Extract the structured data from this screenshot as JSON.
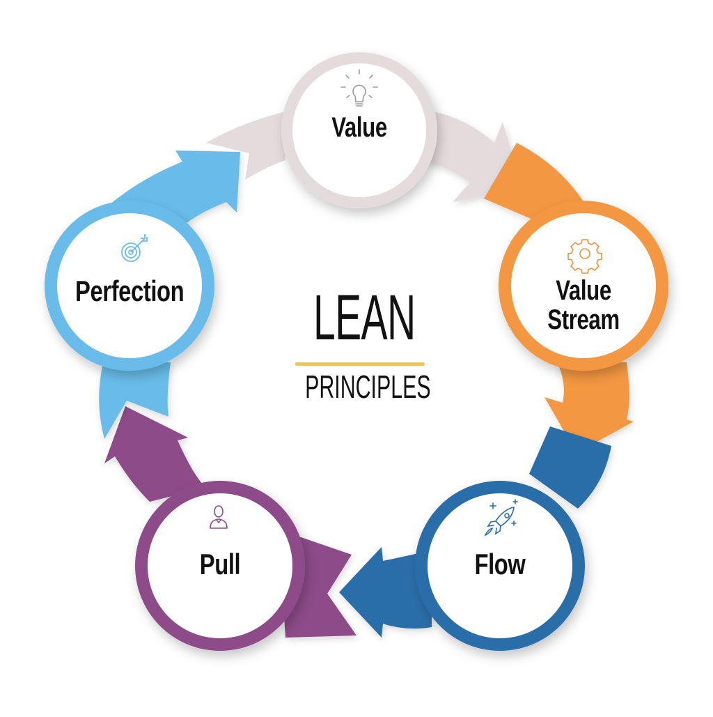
{
  "center": {
    "title": "LEAN",
    "subtitle": "PRINCIPLES",
    "underline_color": "#f2c45e"
  },
  "principles": [
    {
      "label": "Value",
      "icon": "lightbulb-icon",
      "color": "#e4dcdc",
      "icon_color": "#9a9a9a"
    },
    {
      "label_line1": "Value",
      "label_line2": "Stream",
      "icon": "gear-icon",
      "color": "#f39743",
      "icon_color": "#e8923f"
    },
    {
      "label": "Flow",
      "icon": "rocket-icon",
      "color": "#2a6ea9",
      "icon_color": "#2a6ea9"
    },
    {
      "label": "Pull",
      "icon": "person-icon",
      "color": "#8d4c89",
      "icon_color": "#8d4c89"
    },
    {
      "label": "Perfection",
      "icon": "target-icon",
      "color": "#69bce9",
      "icon_color": "#69bce9"
    }
  ]
}
